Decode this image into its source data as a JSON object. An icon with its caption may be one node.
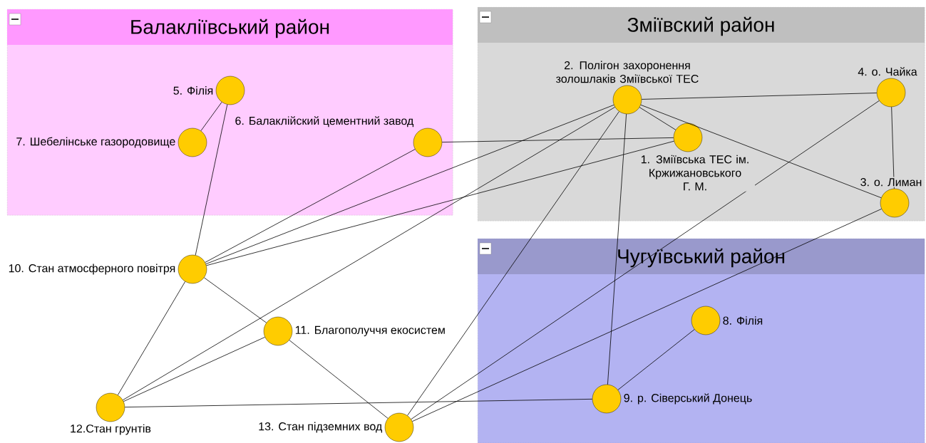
{
  "diagram": {
    "nodes": [
      {
        "text": [
          "Балакліївський район"
        ]
      },
      {
        "text": [
          "Зміївский район"
        ]
      },
      {
        "text": [
          "Чугуївський район"
        ]
      },
      {
        "text": [
          "1. Зміївська ТЕС ім. Кржижановського Г. М."
        ],
        "in": 1
      },
      {
        "text": [
          "2. Полігон захоронення золошлаків Зміївської ТЕС"
        ],
        "in": 1
      },
      {
        "text": [
          "3. о. Лиман"
        ],
        "in": 1
      },
      {
        "text": [
          "4. о. Чайка"
        ],
        "in": 1
      },
      {
        "text": [
          "5. Філія"
        ],
        "in": 0
      },
      {
        "text": [
          "6. Балаклійский цементний завод"
        ],
        "in": 0
      },
      {
        "text": [
          "7. Шебелінське газородовище"
        ],
        "in": 0
      },
      {
        "text": [
          "8. Філія"
        ],
        "in": 2
      },
      {
        "text": [
          "9. р. Сіверський Донець"
        ],
        "in": 2
      },
      {
        "text": [
          "10. Стан атмосферного повітря"
        ]
      },
      {
        "text": [
          "11. Благополуччя екосистем"
        ]
      },
      {
        "text": [
          "12.Стан грунтів"
        ]
      },
      {
        "text": [
          "13. Стан підземних вод"
        ]
      }
    ],
    "edges": [
      {
        "from": 7,
        "to": 9,
        "arrow": "none"
      },
      {
        "from": 7,
        "to": 12,
        "arrow": "none"
      },
      {
        "from": 8,
        "to": 12,
        "arrow": "none"
      },
      {
        "from": 8,
        "to": 3,
        "arrow": "none"
      },
      {
        "from": 4,
        "to": 12,
        "arrow": "none"
      },
      {
        "from": 4,
        "to": 14,
        "arrow": "none"
      },
      {
        "from": 3,
        "to": 12,
        "arrow": "none"
      },
      {
        "from": 4,
        "to": 15,
        "arrow": "none"
      },
      {
        "from": 4,
        "to": 11,
        "arrow": "none"
      },
      {
        "from": 4,
        "to": 3,
        "arrow": "none"
      },
      {
        "from": 4,
        "to": 6,
        "arrow": "none"
      },
      {
        "from": 4,
        "to": 5,
        "arrow": "none"
      },
      {
        "from": 6,
        "to": 5,
        "arrow": "none"
      },
      {
        "from": 6,
        "to": 15,
        "arrow": "none"
      },
      {
        "from": 5,
        "to": 15,
        "arrow": "none"
      },
      {
        "from": 10,
        "to": 11,
        "arrow": "none"
      },
      {
        "from": 14,
        "to": 11,
        "arrow": "none"
      },
      {
        "from": 12,
        "to": 13,
        "arrow": "none"
      },
      {
        "from": 13,
        "to": 15,
        "arrow": "none"
      },
      {
        "from": 13,
        "to": 14,
        "arrow": "none"
      },
      {
        "from": 12,
        "to": 14,
        "arrow": "none"
      }
    ]
  }
}
